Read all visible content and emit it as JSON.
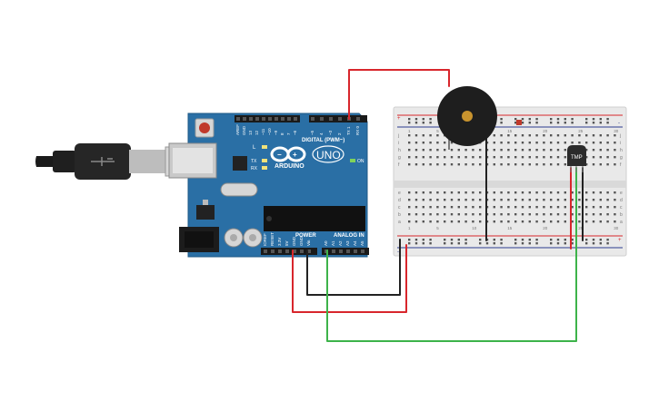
{
  "board": {
    "brand": "ARDUINO",
    "model": "UNO",
    "digital_header": "DIGITAL (PWM~)",
    "power_header": "POWER",
    "analog_header": "ANALOG IN",
    "led_labels": [
      "L",
      "TX",
      "RX"
    ],
    "on_label": "ON",
    "top_pin_labels": [
      "AREF",
      "GND",
      "13",
      "12",
      "~11",
      "~10",
      "~9",
      "8",
      "7",
      "~6",
      "~5",
      "4",
      "~3",
      "2",
      "TX 1",
      "RX 0"
    ],
    "power_pin_labels": [
      "IOREF",
      "RESET",
      "3.3V",
      "5V",
      "GND",
      "GND",
      "Vin"
    ],
    "analog_pin_labels": [
      "A0",
      "A1",
      "A2",
      "A3",
      "A4",
      "A5"
    ]
  },
  "breadboard": {
    "row_letters_top": [
      "j",
      "i",
      "h",
      "g",
      "f"
    ],
    "row_letters_bottom": [
      "e",
      "d",
      "c",
      "b",
      "a"
    ],
    "column_numbers": [
      "1",
      "5",
      "10",
      "15",
      "20",
      "25",
      "30"
    ],
    "rail_plus": "+",
    "rail_minus": "-"
  },
  "sensor": {
    "label": "TMP"
  },
  "colors": {
    "board": "#2a6fa5",
    "wire_red": "#d8262c",
    "wire_black": "#222222",
    "wire_green": "#3db34a",
    "breadboard": "#e9e9e9",
    "buzzer": "#1e1e1e",
    "buzzer_center": "#c8932e"
  }
}
